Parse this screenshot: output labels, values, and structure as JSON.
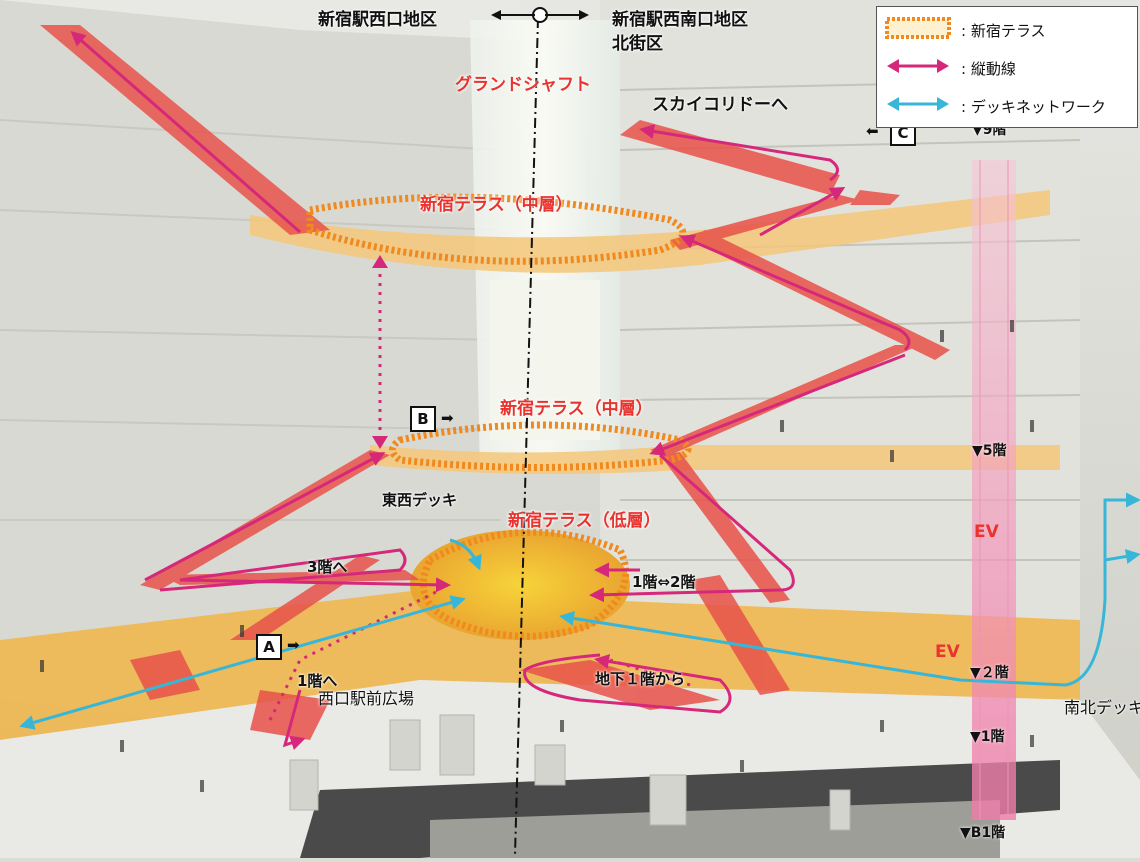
{
  "title_left": "新宿駅西口地区",
  "title_right_line1": "新宿駅西南口地区",
  "title_right_line2": "北街区",
  "grand_shaft": "グランドシャフト",
  "sky_corridor": "スカイコリドーへ",
  "terrace_upper": "新宿テラス（中層）",
  "terrace_middle": "新宿テラス（中層）",
  "terrace_lower": "新宿テラス（低層）",
  "east_west_deck": "東西デッキ",
  "to_3f": "3階へ",
  "to_1f": "1階へ",
  "f1_f2": "1階⇔2階",
  "from_b1": "地下１階から",
  "west_plaza": "西口駅前広場",
  "south_north_deck": "南北デッキ",
  "ev_upper": "EV",
  "ev_lower": "EV",
  "markers": {
    "a": "A",
    "b": "B",
    "c": "C"
  },
  "floors": {
    "f9": "▼9階",
    "f5": "▼5階",
    "f2": "▼２階",
    "f1": "▼1階",
    "b1": "▼B1階"
  },
  "legend": {
    "terrace": ": 新宿テラス",
    "vertical": ": 縦動線",
    "deck": ": デッキネットワーク"
  },
  "colors": {
    "terrace": "#f2a33a",
    "vertical": "#d6287a",
    "deck": "#38b6d8",
    "label_red": "#e8332f"
  }
}
